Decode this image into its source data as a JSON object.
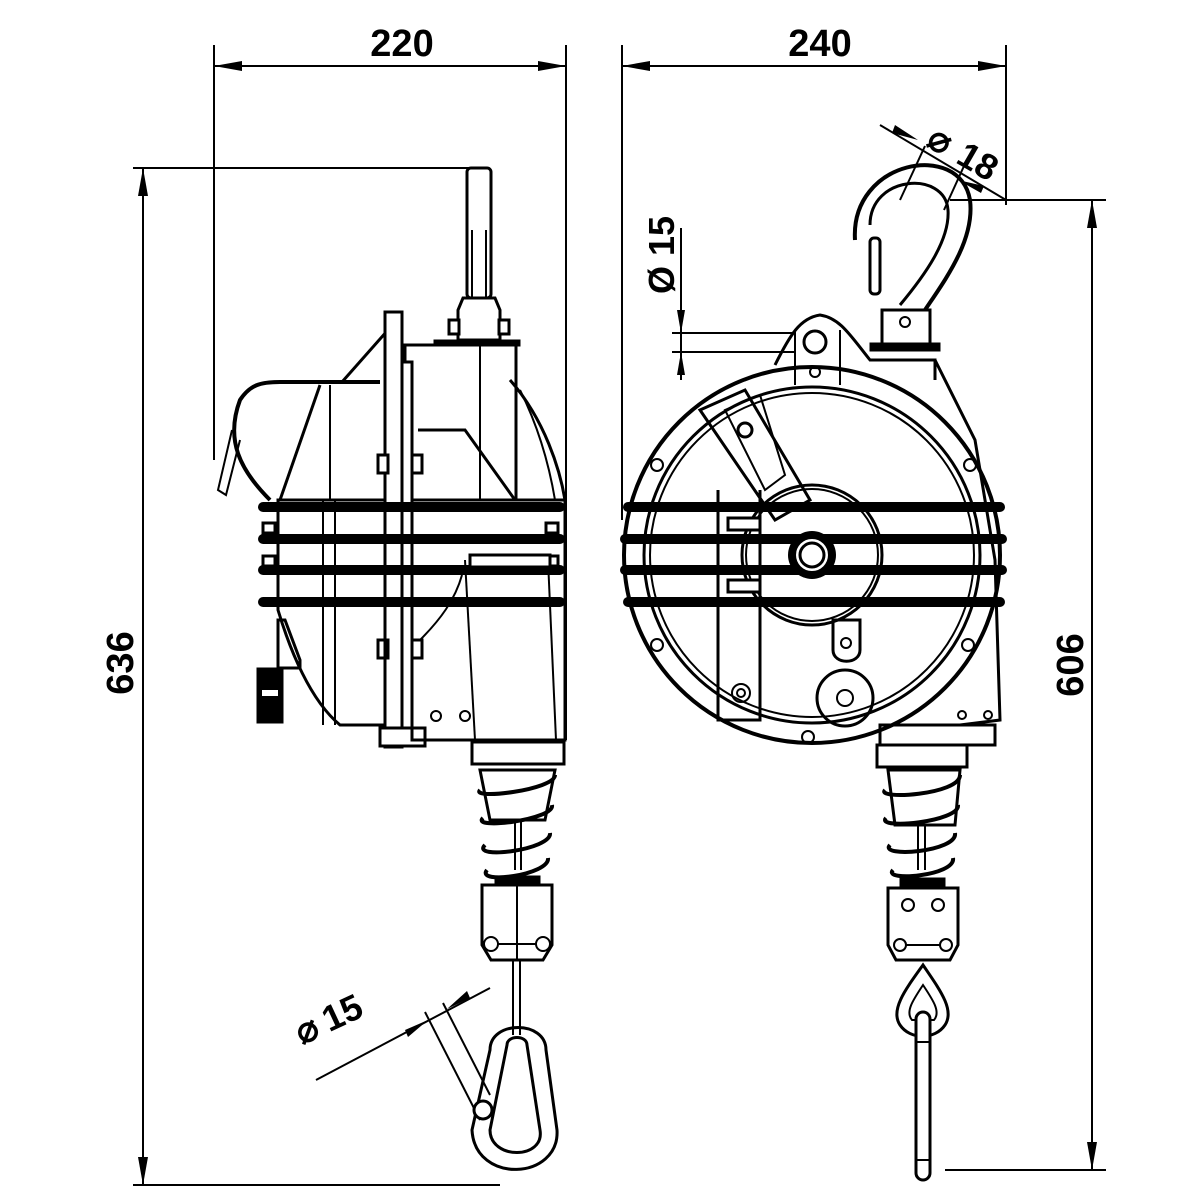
{
  "drawing": {
    "subject": "Spring balancer technical drawing",
    "views": [
      {
        "name": "side-view"
      },
      {
        "name": "front-view"
      }
    ],
    "colors": {
      "line": "#000000",
      "background": "#ffffff"
    }
  },
  "dimensions": {
    "side_width": "220",
    "front_width": "240",
    "overall_height_side": "636",
    "overall_height_front": "606",
    "top_hook_diameter_symbol": "⌀",
    "top_hook_diameter_value": "18",
    "eye_hole_diameter_label": "Ø 15",
    "carabiner_diameter_symbol": "⌀",
    "carabiner_diameter_value": "15"
  }
}
